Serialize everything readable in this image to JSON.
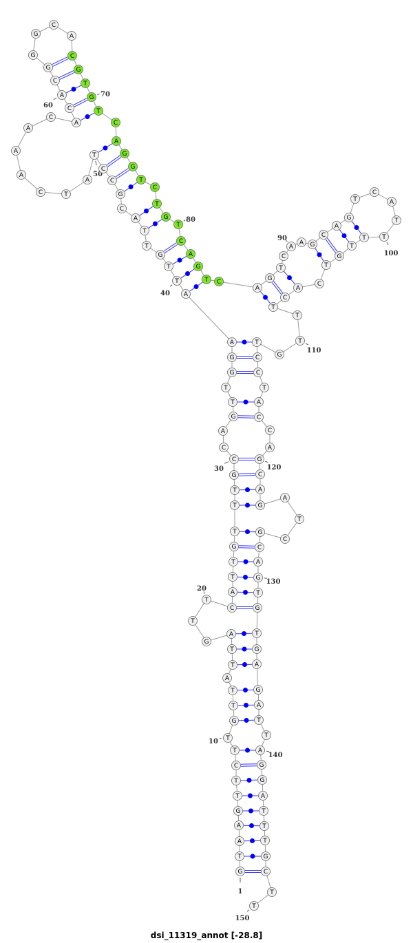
{
  "title": "dsi_11319_annot [-28.8]",
  "sequence": "GTAAGTTCTTGTTATTAGTTCATTGTTTGCCAGTTGGAATTGTTACGCCTATCAAACACACGGGCACGTGTCAGGTCTGTCAGTCAGTCAAGCAGTCATTTTGTCACTTTGTCCTACCAGCAGATCGCAGTGTGAGATTAGGATTTGCTT",
  "highlight": {
    "start": 67,
    "end": 85,
    "color": "#7fe52a"
  },
  "colors": {
    "node_fill": "#f0f0f0",
    "node_stroke": "#666666",
    "backbone": "#999999",
    "pair_line": "#3333ff",
    "pair_dot": "#0000ff"
  },
  "position_labels": [
    "1",
    "10",
    "20",
    "30",
    "40",
    "50",
    "60",
    "70",
    "80",
    "90",
    "100",
    "110",
    "120",
    "130",
    "140",
    "150"
  ],
  "pairs": [
    [
      1,
      148
    ],
    [
      2,
      147
    ],
    [
      3,
      146
    ],
    [
      4,
      145
    ],
    [
      5,
      144
    ],
    [
      6,
      143
    ],
    [
      7,
      142
    ],
    [
      8,
      141
    ],
    [
      9,
      140
    ],
    [
      11,
      138
    ],
    [
      12,
      137
    ],
    [
      13,
      136
    ],
    [
      15,
      135
    ],
    [
      16,
      134
    ],
    [
      17,
      133
    ],
    [
      21,
      132
    ],
    [
      22,
      131
    ],
    [
      23,
      130
    ],
    [
      24,
      129
    ],
    [
      25,
      128
    ],
    [
      26,
      127
    ],
    [
      27,
      123
    ],
    [
      28,
      122
    ],
    [
      29,
      121
    ],
    [
      30,
      120
    ],
    [
      33,
      117
    ],
    [
      34,
      116
    ],
    [
      36,
      114
    ],
    [
      37,
      113
    ],
    [
      38,
      112
    ],
    [
      39,
      84
    ],
    [
      40,
      83
    ],
    [
      41,
      82
    ],
    [
      42,
      81
    ],
    [
      44,
      79
    ],
    [
      45,
      78
    ],
    [
      47,
      76
    ],
    [
      48,
      75
    ],
    [
      49,
      74
    ],
    [
      50,
      73
    ],
    [
      58,
      71
    ],
    [
      59,
      70
    ],
    [
      60,
      69
    ],
    [
      61,
      68
    ],
    [
      62,
      67
    ],
    [
      86,
      108
    ],
    [
      87,
      107
    ],
    [
      88,
      106
    ],
    [
      92,
      104
    ],
    [
      93,
      103
    ],
    [
      94,
      102
    ],
    [
      95,
      101
    ]
  ]
}
